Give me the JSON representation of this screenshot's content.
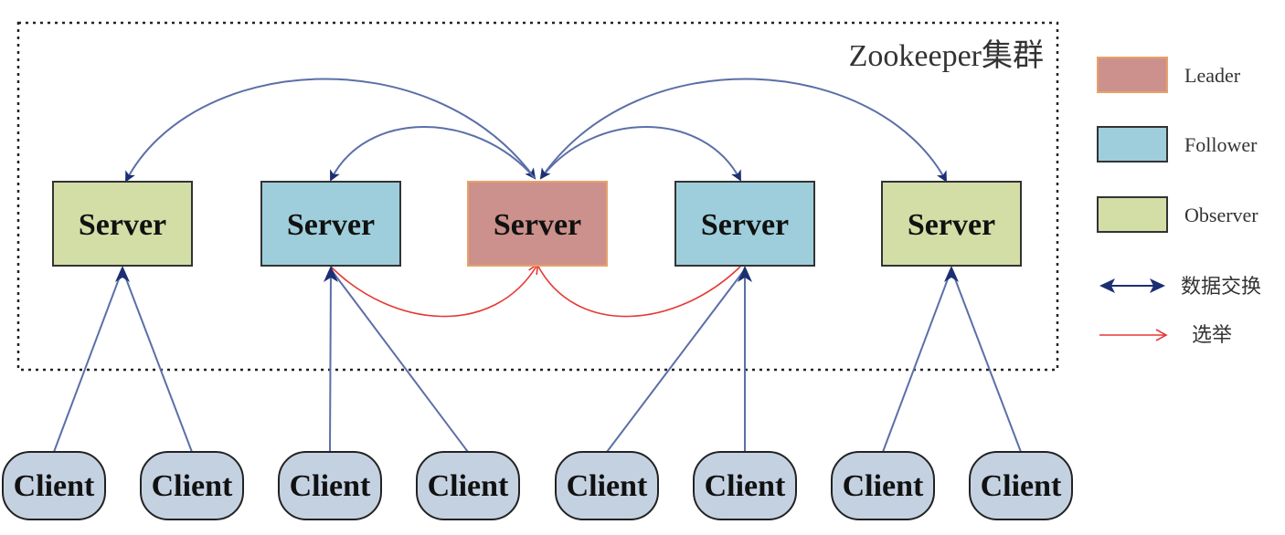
{
  "cluster": {
    "title": "Zookeeper集群"
  },
  "colors": {
    "leader": "#cc918c",
    "leader_border": "#e8a16a",
    "follower": "#9ecedb",
    "observer": "#d2dea6",
    "client": "#c4d1e1",
    "data_arrow": "#1d2f73",
    "data_line": "#5b6fa8",
    "election": "#e53935"
  },
  "servers": [
    {
      "label": "Server",
      "role": "observer"
    },
    {
      "label": "Server",
      "role": "follower"
    },
    {
      "label": "Server",
      "role": "leader"
    },
    {
      "label": "Server",
      "role": "follower"
    },
    {
      "label": "Server",
      "role": "observer"
    }
  ],
  "clients": [
    {
      "label": "Client",
      "server": 0
    },
    {
      "label": "Client",
      "server": 0
    },
    {
      "label": "Client",
      "server": 1
    },
    {
      "label": "Client",
      "server": 1
    },
    {
      "label": "Client",
      "server": 3
    },
    {
      "label": "Client",
      "server": 3
    },
    {
      "label": "Client",
      "server": 4
    },
    {
      "label": "Client",
      "server": 4
    }
  ],
  "legend": {
    "leader": "Leader",
    "follower": "Follower",
    "observer": "Observer",
    "data_exchange": "数据交换",
    "election": "选举"
  }
}
